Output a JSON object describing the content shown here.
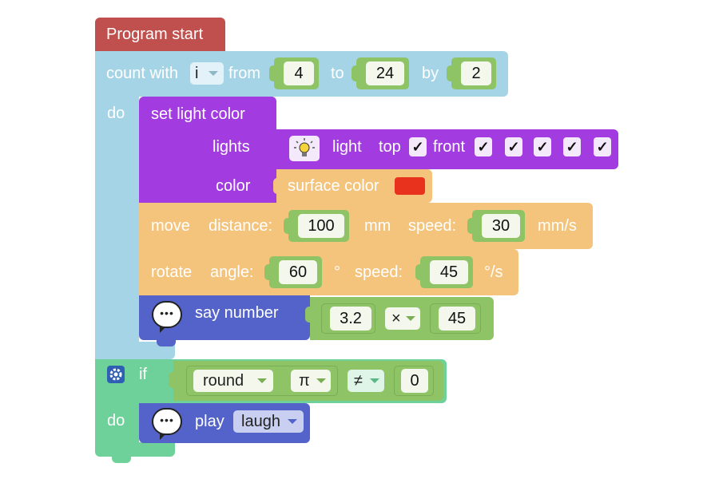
{
  "program_start": {
    "label": "Program start"
  },
  "loop": {
    "count_with_label": "count with",
    "variable": "i",
    "from_label": "from",
    "from_value": "4",
    "to_label": "to",
    "to_value": "24",
    "by_label": "by",
    "by_value": "2",
    "do_label": "do"
  },
  "set_light": {
    "title": "set light color",
    "lights_label": "lights",
    "light_label": "light",
    "top_label": "top",
    "front_label": "front",
    "check_glyph": "✓",
    "color_label": "color",
    "surface_color_label": "surface color",
    "swatch_color": "#e8321e"
  },
  "move": {
    "move_label": "move",
    "distance_label": "distance:",
    "distance_value": "100",
    "distance_unit": "mm",
    "speed_label": "speed:",
    "speed_value": "30",
    "speed_unit": "mm/s"
  },
  "rotate": {
    "rotate_label": "rotate",
    "angle_label": "angle:",
    "angle_value": "60",
    "angle_unit": "°",
    "speed_label": "speed:",
    "speed_value": "45",
    "speed_unit": "°/s"
  },
  "say_number": {
    "label": "say number",
    "operand_a": "3.2",
    "operator": "×",
    "operand_b": "45"
  },
  "if_block": {
    "if_label": "if",
    "round_label": "round",
    "pi_label": "π",
    "compare_op": "≠",
    "compare_value": "0",
    "do_label": "do"
  },
  "play": {
    "play_label": "play",
    "sound": "laugh"
  },
  "colors": {
    "event": "#c0504d",
    "loop": "#a5d4e6",
    "looks": "#a23ce0",
    "motion": "#f4c47d",
    "speech": "#5463c9",
    "math": "#8ec465",
    "logic": "#6fd19a"
  },
  "icons": {
    "bulb": "lightbulb-icon",
    "speech": "speech-bubble-icon",
    "gear": "gear-icon"
  }
}
